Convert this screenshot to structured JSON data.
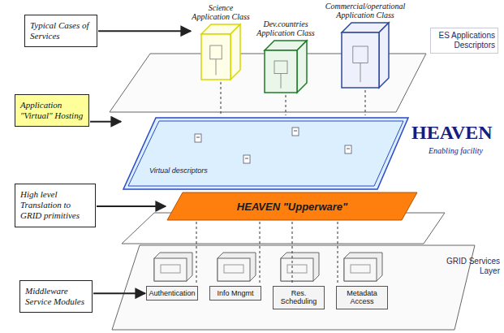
{
  "diagram": {
    "nodes": [
      {
        "text": [
          "Typical Cases of Services"
        ]
      },
      {
        "text": [
          "Science Application Class"
        ]
      },
      {
        "text": [
          "Dev.countries Application Class"
        ]
      },
      {
        "text": [
          "Commercial/operational Application Class"
        ]
      },
      {
        "text": [
          "Application \"Virtual\" Hosting"
        ]
      },
      {
        "text": [
          "Virtual descriptors"
        ]
      },
      {
        "text": [
          "High level Translation to GRID primitives"
        ]
      },
      {
        "text": [
          "HEAVEN \"Upperware\""
        ]
      },
      {
        "text": [
          "Middleware Service Modules"
        ]
      },
      {
        "text": [
          "Authentication"
        ]
      },
      {
        "text": [
          "Info Mngmt"
        ]
      },
      {
        "text": [
          "Res. Scheduling"
        ]
      },
      {
        "text": [
          "Metadata Access"
        ]
      }
    ],
    "edges": [
      {
        "from": 0,
        "to": 1,
        "arrow": "to"
      },
      {
        "from": 1,
        "to": 5,
        "arrow": "none"
      },
      {
        "from": 2,
        "to": 5,
        "arrow": "none"
      },
      {
        "from": 3,
        "to": 5,
        "arrow": "none"
      },
      {
        "from": 4,
        "to": 5,
        "arrow": "to"
      },
      {
        "from": 6,
        "to": 7,
        "arrow": "to"
      },
      {
        "from": 7,
        "to": 9,
        "arrow": "none"
      },
      {
        "from": 7,
        "to": 10,
        "arrow": "none"
      },
      {
        "from": 7,
        "to": 11,
        "arrow": "none"
      },
      {
        "from": 7,
        "to": 12,
        "arrow": "none"
      },
      {
        "from": 8,
        "to": 9,
        "arrow": "to"
      }
    ],
    "labels": [
      "ES Applications Descriptors",
      "HEAVEN",
      "Enabling facility",
      "GRID Services Layer"
    ]
  }
}
